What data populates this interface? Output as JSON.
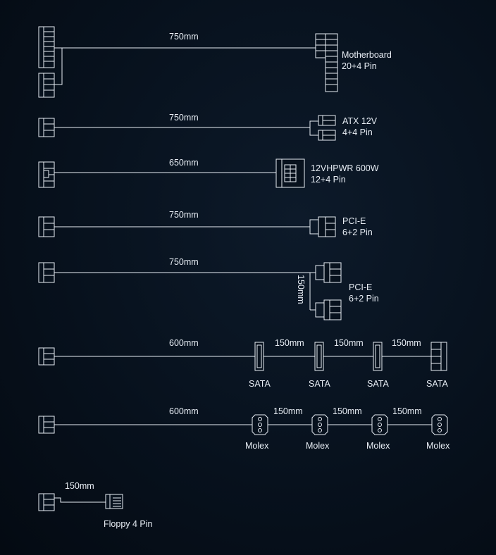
{
  "cables": {
    "motherboard": {
      "length": "750mm",
      "name_line1": "Motherboard",
      "name_line2": "20+4 Pin"
    },
    "atx": {
      "length": "750mm",
      "name_line1": "ATX 12V",
      "name_line2": "4+4 Pin"
    },
    "vhpwr": {
      "length": "650mm",
      "name_line1": "12VHPWR 600W",
      "name_line2": "12+4 Pin"
    },
    "pcie1": {
      "length": "750mm",
      "name_line1": "PCI-E",
      "name_line2": "6+2 Pin"
    },
    "pcie2": {
      "length": "750mm",
      "branch_length": "150mm",
      "name_line1": "PCI-E",
      "name_line2": "6+2 Pin"
    },
    "sata": {
      "length": "600mm",
      "seg1": "150mm",
      "seg2": "150mm",
      "seg3": "150mm",
      "labels": [
        "SATA",
        "SATA",
        "SATA",
        "SATA"
      ]
    },
    "molex": {
      "length": "600mm",
      "seg1": "150mm",
      "seg2": "150mm",
      "seg3": "150mm",
      "labels": [
        "Molex",
        "Molex",
        "Molex",
        "Molex"
      ]
    },
    "floppy": {
      "length": "150mm",
      "name": "Floppy 4 Pin"
    }
  },
  "colors": {
    "line": "#e8eef5",
    "background": "#07111d"
  }
}
